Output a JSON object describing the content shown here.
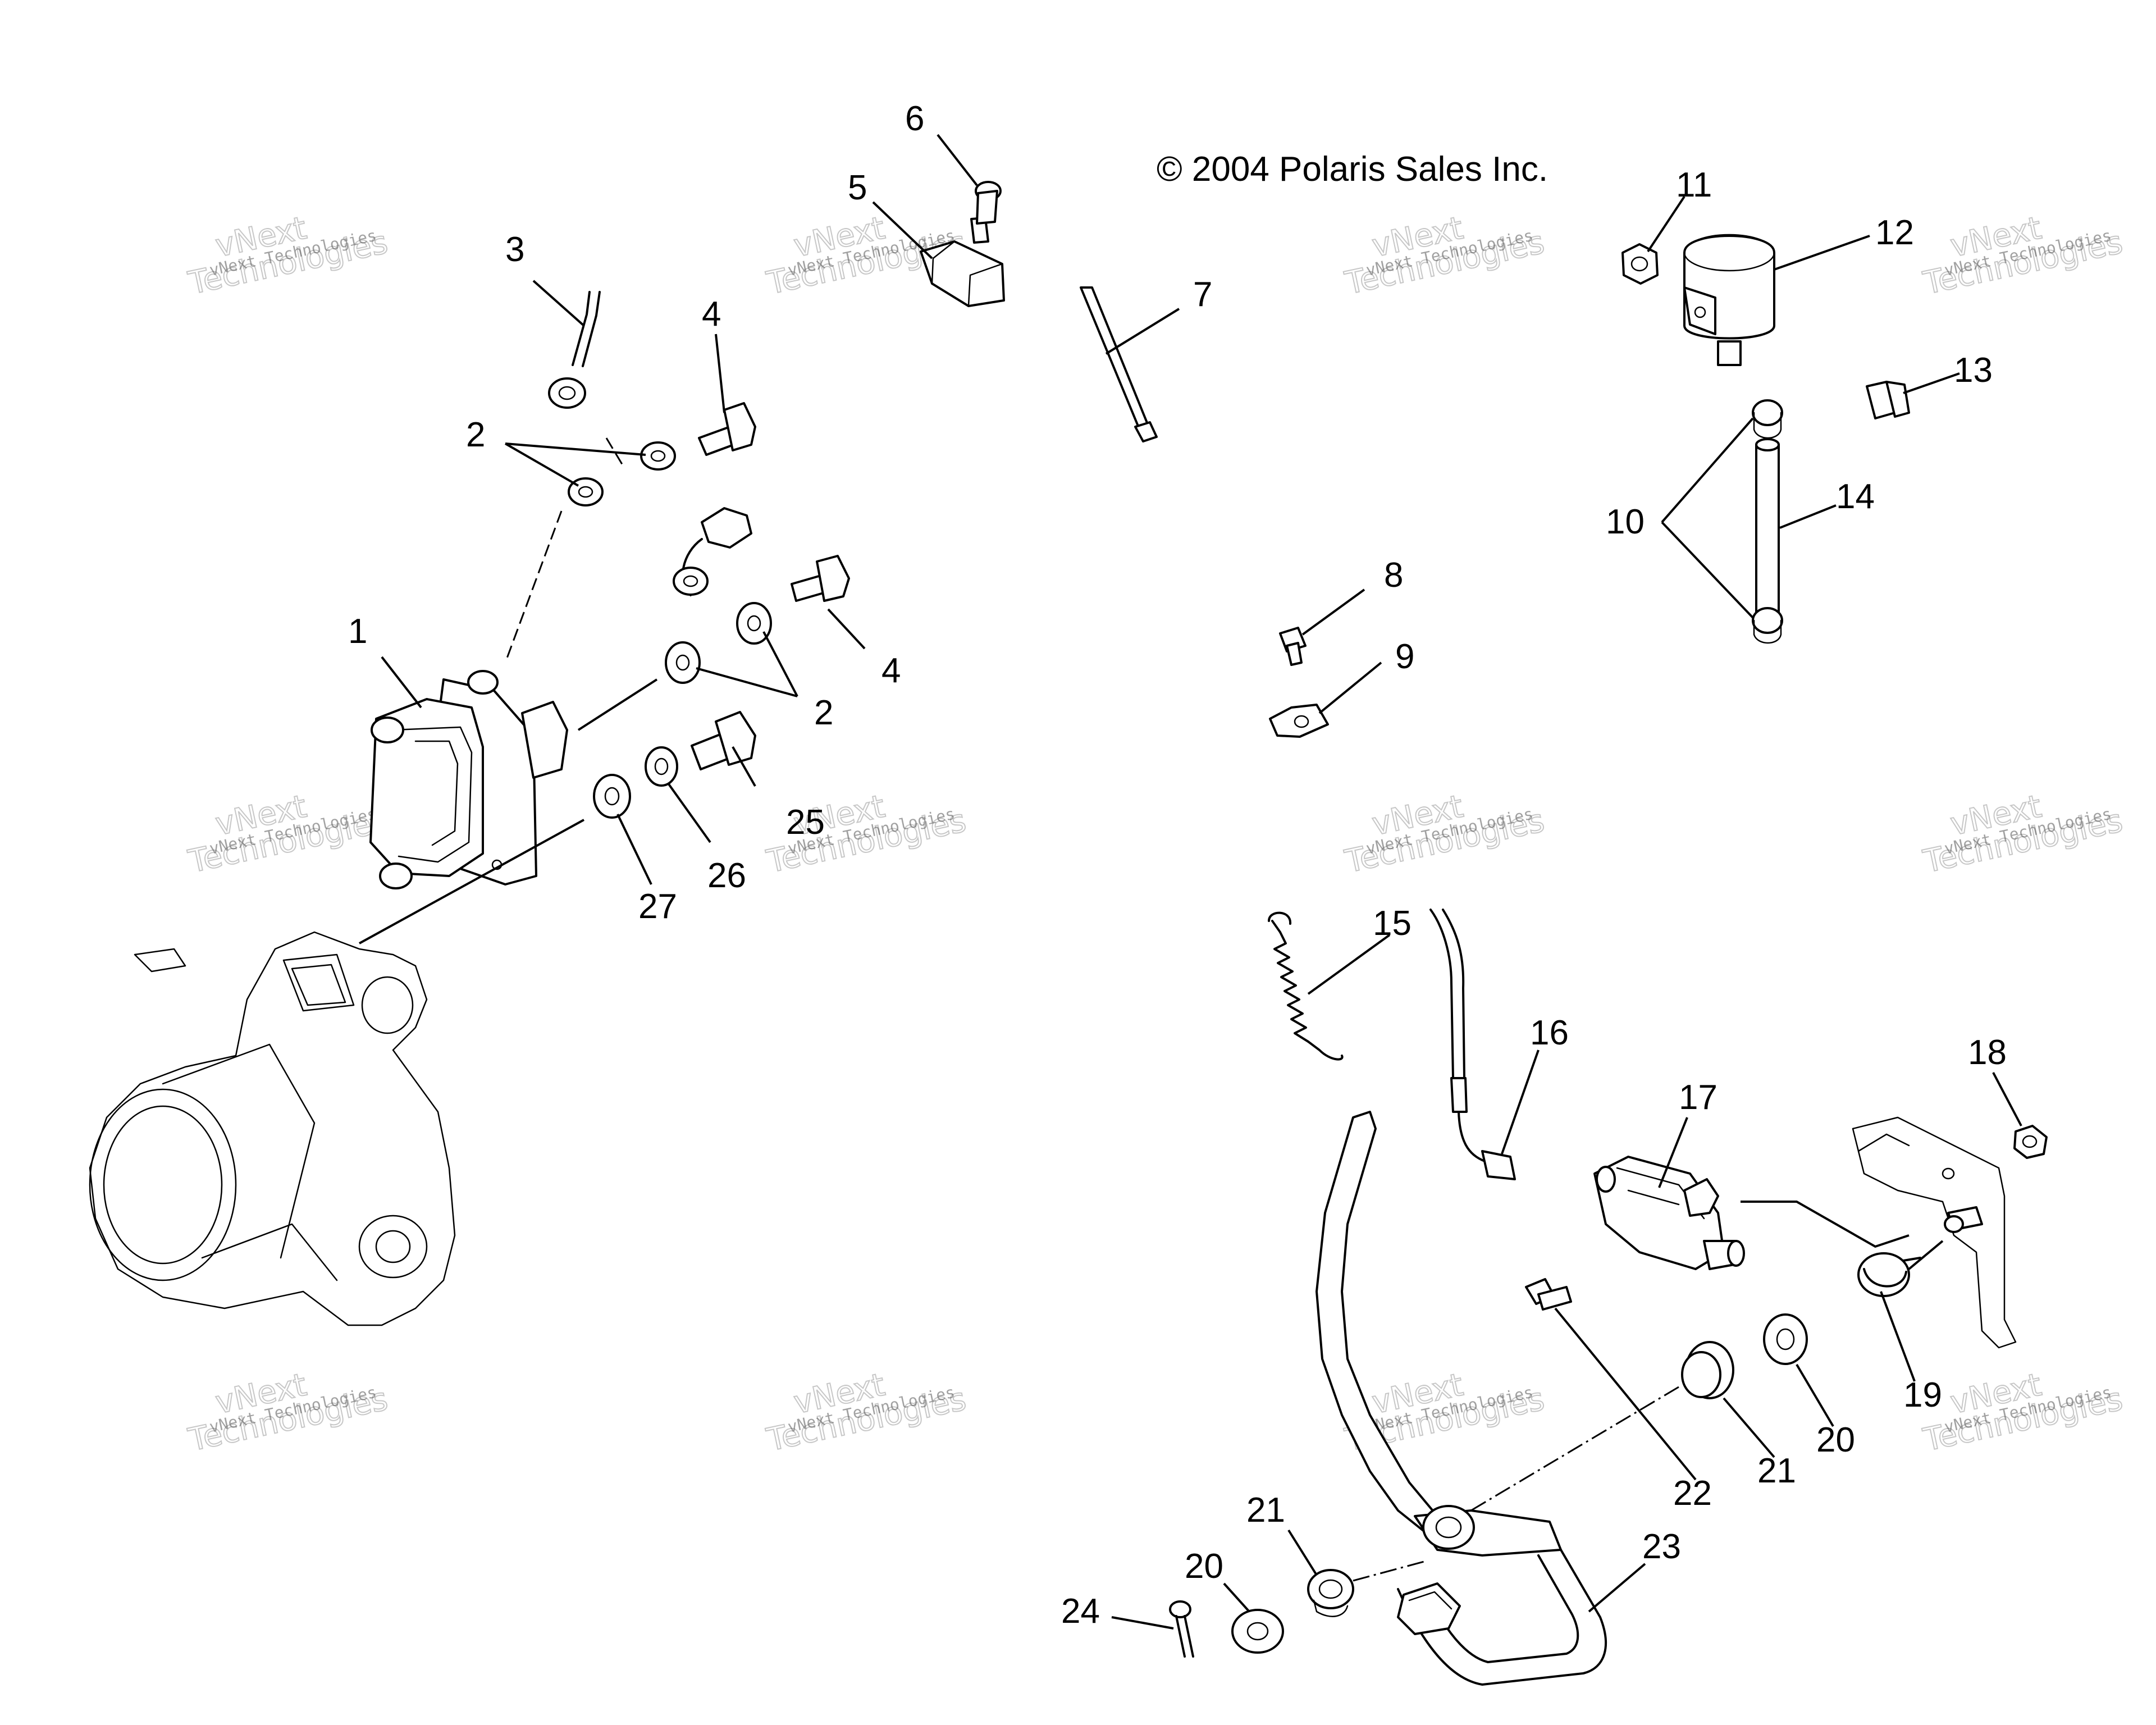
{
  "copyright": "© 2004 Polaris Sales Inc.",
  "watermark": {
    "line1": "vNext",
    "line2": "Technologies",
    "small": "vNext Technologies"
  },
  "labels": {
    "p1": "1",
    "p2a": "2",
    "p2b": "2",
    "p3": "3",
    "p4a": "4",
    "p4b": "4",
    "p5": "5",
    "p6": "6",
    "p7": "7",
    "p8": "8",
    "p9": "9",
    "p10": "10",
    "p11": "11",
    "p12": "12",
    "p13": "13",
    "p14": "14",
    "p15": "15",
    "p16": "16",
    "p17": "17",
    "p18": "18",
    "p19": "19",
    "p20a": "20",
    "p20b": "20",
    "p21a": "21",
    "p21b": "21",
    "p22": "22",
    "p23": "23",
    "p24": "24",
    "p25": "25",
    "p26": "26",
    "p27": "27"
  }
}
